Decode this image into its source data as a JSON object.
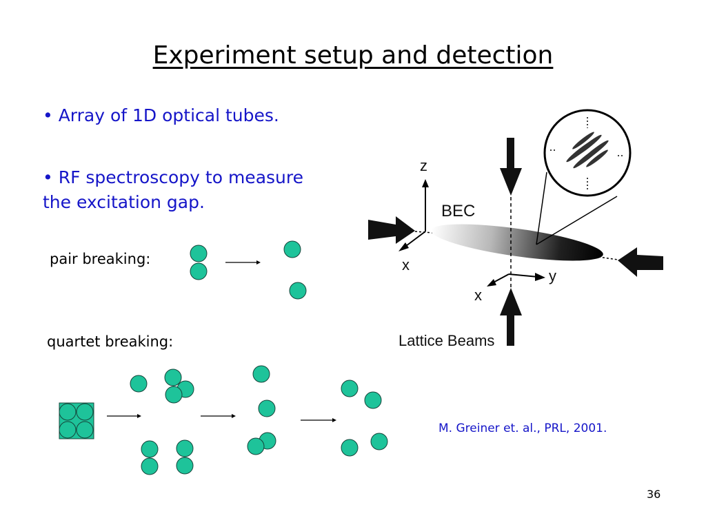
{
  "title": "Experiment setup and detection",
  "bullets": [
    {
      "lines": [
        "• Array of 1D optical tubes."
      ]
    },
    {
      "lines": [
        "• RF spectroscopy to measure",
        "the excitation gap."
      ]
    }
  ],
  "pair_label": "pair breaking:",
  "quartet_label": "quartet breaking:",
  "diagram": {
    "axis_z": "z",
    "axis_x": "x",
    "axis_y": "y",
    "axis_x2": "x",
    "bec_label": "BEC",
    "beams_label": "Lattice Beams"
  },
  "citation": "M. Greiner et. al., PRL, 2001.",
  "page_number": "36",
  "colors": {
    "atom": "#1ec39a",
    "atom_stroke": "#16443a",
    "text_blue": "#1515c8"
  }
}
